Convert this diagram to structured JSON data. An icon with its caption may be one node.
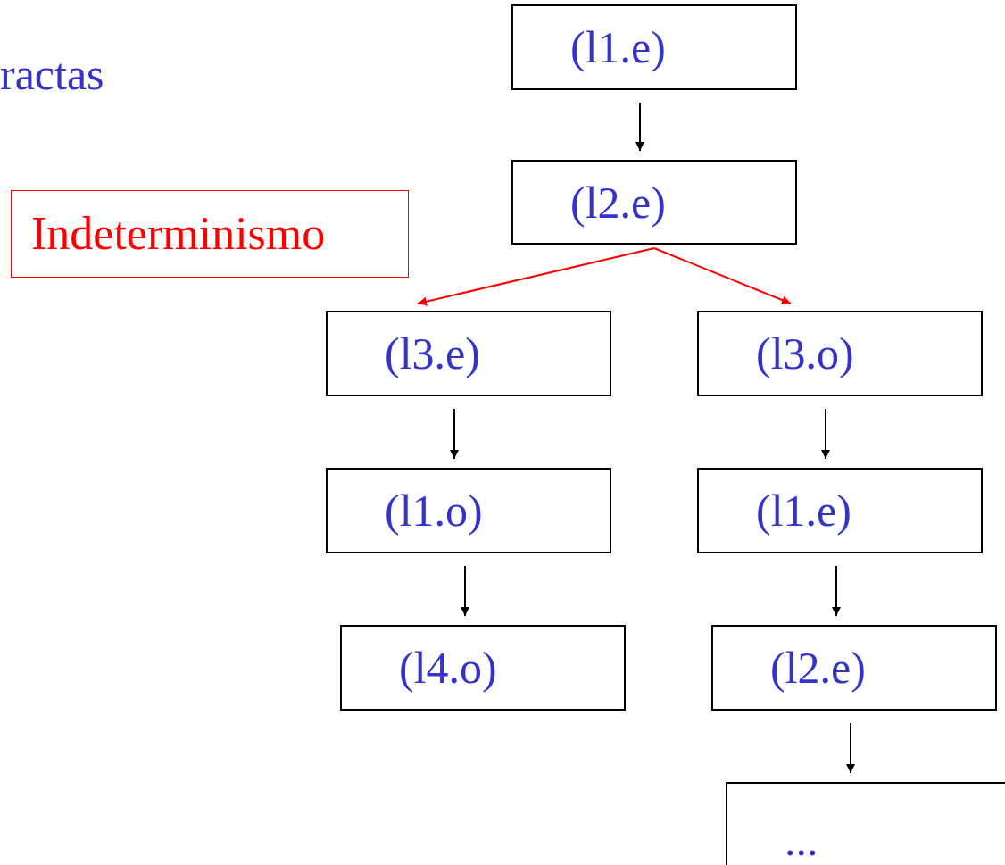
{
  "diagram": {
    "nodes": [
      {
        "text": [
          "(l1.e)"
        ]
      },
      {
        "text": [
          "(l2.e)"
        ]
      },
      {
        "text": [
          "Indeterminismo"
        ]
      },
      {
        "text": [
          "(l3.e)"
        ]
      },
      {
        "text": [
          "(l3.o)"
        ]
      },
      {
        "text": [
          "(l1.o)"
        ]
      },
      {
        "text": [
          "(l1.e)"
        ]
      },
      {
        "text": [
          "(l4.o)"
        ]
      },
      {
        "text": [
          "(l2.e)"
        ]
      },
      {
        "text": [
          "..."
        ]
      }
    ],
    "edges": [
      {
        "from": 0,
        "to": 1,
        "arrow": "to"
      },
      {
        "from": 1,
        "to": 3,
        "arrow": "to",
        "color": "#ff0000"
      },
      {
        "from": 1,
        "to": 4,
        "arrow": "to",
        "color": "#ff0000"
      },
      {
        "from": 3,
        "to": 5,
        "arrow": "to"
      },
      {
        "from": 5,
        "to": 7,
        "arrow": "to"
      },
      {
        "from": 4,
        "to": 6,
        "arrow": "to"
      },
      {
        "from": 6,
        "to": 8,
        "arrow": "to"
      },
      {
        "from": 8,
        "to": 9,
        "arrow": "to"
      }
    ],
    "labels": [
      "ractas"
    ]
  }
}
